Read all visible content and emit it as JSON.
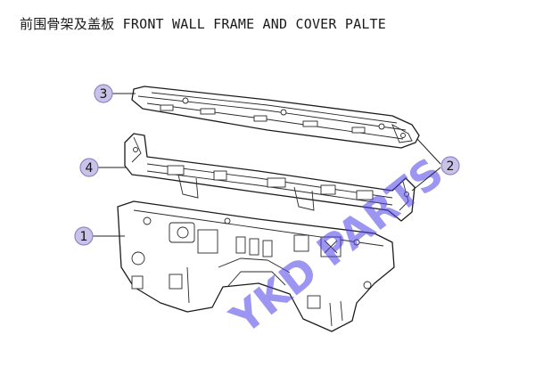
{
  "title": "前围骨架及盖板 FRONT WALL FRAME AND COVER PALTE",
  "watermark": "YKD PARTS",
  "callouts": [
    {
      "label": "1"
    },
    {
      "label": "2"
    },
    {
      "label": "3"
    },
    {
      "label": "4"
    }
  ],
  "colors": {
    "callout_fill": "#c9c3e8",
    "watermark": "#4a3ee6",
    "line": "#1c1c1c"
  }
}
